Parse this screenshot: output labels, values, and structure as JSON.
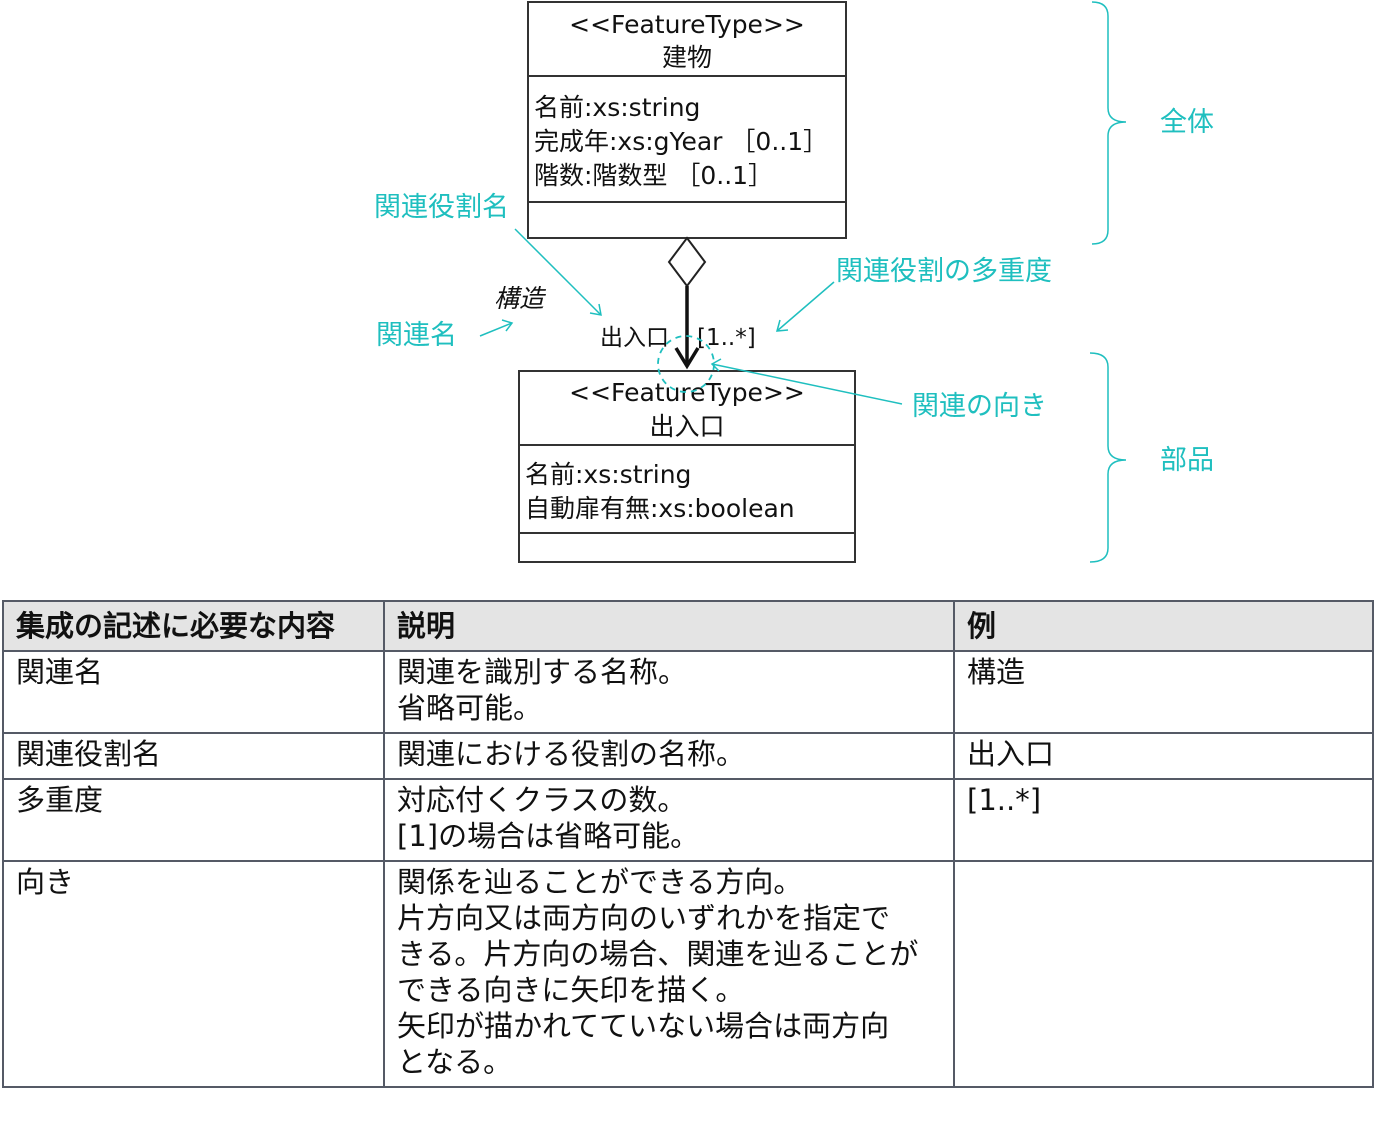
{
  "diagram": {
    "whole_class": {
      "stereotype": "<<FeatureType>>",
      "name": "建物",
      "attributes": [
        "名前:xs:string",
        "完成年:xs:gYear ［0..1］",
        "階数:階数型 ［0..1］"
      ]
    },
    "part_class": {
      "stereotype": "<<FeatureType>>",
      "name": "出入口",
      "attributes": [
        "名前:xs:string",
        "自動扉有無:xs:boolean"
      ]
    },
    "association_name": "構造",
    "role_name": "出入口",
    "multiplicity": "[1..*]",
    "annotations": {
      "role_name_label": "関連役割名",
      "multiplicity_label": "関連役割の多重度",
      "association_name_label": "関連名",
      "direction_label": "関連の向き",
      "whole_label": "全体",
      "part_label": "部品"
    },
    "colors": {
      "annotation": "#1fbfbf",
      "line": "#333333"
    }
  },
  "table": {
    "headers": [
      "集成の記述に必要な内容",
      "説明",
      "例"
    ],
    "rows": [
      {
        "item": "関連名",
        "description": "関連を識別する名称。\n省略可能。",
        "example": "構造"
      },
      {
        "item": "関連役割名",
        "description": "関連における役割の名称。",
        "example": "出入口"
      },
      {
        "item": "多重度",
        "description": "対応付くクラスの数。\n[1]の場合は省略可能。",
        "example": "[1..*]"
      },
      {
        "item": "向き",
        "description": "関係を辿ることができる方向。\n片方向又は両方向のいずれかを指定で\nきる。片方向の場合、関連を辿ることが\nできる向きに矢印を描く。\n矢印が描かれてていない場合は両方向\nとなる。",
        "example": ""
      }
    ]
  }
}
